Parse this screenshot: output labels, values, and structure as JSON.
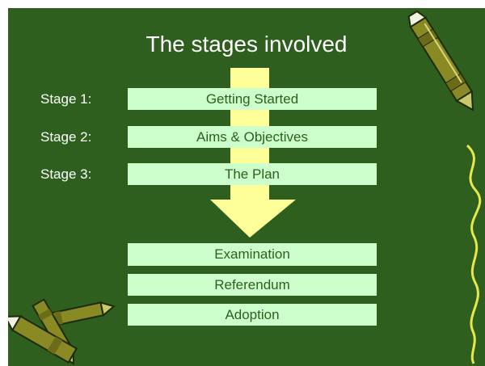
{
  "title": "The stages involved",
  "colors": {
    "background": "#2e5f1e",
    "box_fill": "#ccffcc",
    "box_text": "#2e5f1e",
    "arrow_fill": "#ffff99",
    "crayon": "#8a8a24"
  },
  "stages": [
    {
      "label": "Stage 1:",
      "text": "Getting Started"
    },
    {
      "label": "Stage 2:",
      "text": "Aims & Objectives"
    },
    {
      "label": "Stage 3:",
      "text": "The Plan"
    }
  ],
  "outcomes": [
    {
      "text": "Examination"
    },
    {
      "text": "Referendum"
    },
    {
      "text": "Adoption"
    }
  ],
  "decorations": {
    "top_right": "crayon-icon",
    "bottom_left": "crayons-icon",
    "right_edge": "squiggle-icon"
  }
}
